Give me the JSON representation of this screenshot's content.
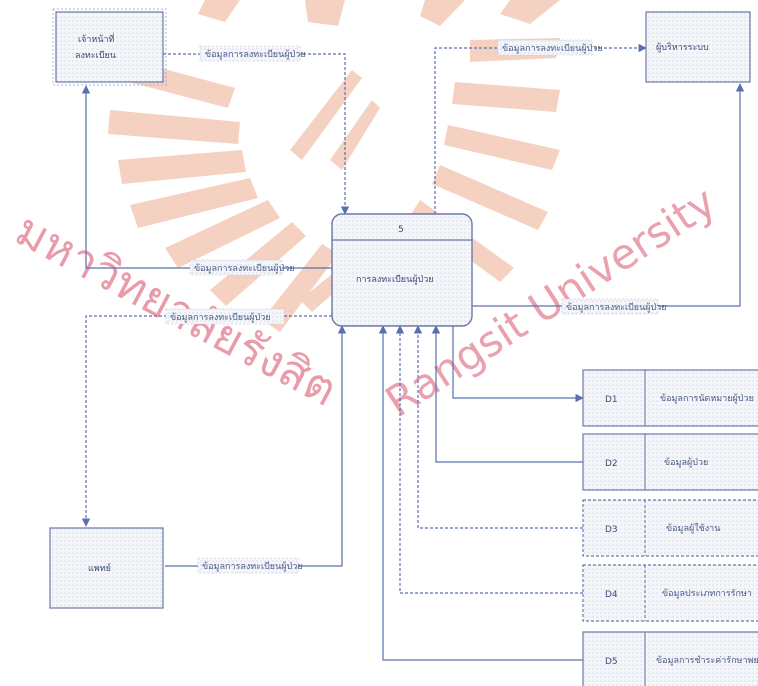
{
  "watermark": {
    "thai_text": "มหาวิทยาลัยรังสิต",
    "latin_text": "Rangsit University",
    "color": "#e58a9a",
    "ray_color": "#f3c9b6"
  },
  "palette": {
    "line": "#5b6fb0",
    "box_stroke": "#6b78a8",
    "box_fill": "#f6f7fb",
    "text": "#4a5a86"
  },
  "entities": {
    "registrar": {
      "line1": "เจ้าหน้าที่",
      "line2": "ลงทะเบียน"
    },
    "executive": {
      "label": "ผู้บริหารระบบ"
    },
    "doctor": {
      "label": "แพทย์"
    }
  },
  "process": {
    "number": "5",
    "name": "การลงทะเบียนผู้ป่วย"
  },
  "flows": {
    "to_registrar": "ข้อมูลการลงทะเบียนผู้ป่วย",
    "to_executive": "ข้อมูลการลงทะเบียนผู้ป่วย",
    "from_registrar": "ข้อมูลการลงทะเบียนผู้ป่วย",
    "to_doctor": "ข้อมูลการลงทะเบียนผู้ป่วย",
    "from_process_right": "ข้อมูลการลงทะเบียนผู้ป่วย",
    "from_doctor": "ข้อมูลการลงทะเบียนผู้ป่วย"
  },
  "datastores": [
    {
      "id": "D1",
      "name": "ข้อมูลการนัดหมายผู้ป่วย"
    },
    {
      "id": "D2",
      "name": "ข้อมูลผู้ป่วย"
    },
    {
      "id": "D3",
      "name": "ข้อมูลผู้ใช้งาน"
    },
    {
      "id": "D4",
      "name": "ข้อมูลประเภทการรักษา"
    },
    {
      "id": "D5",
      "name": "ข้อมูลการชำระค่ารักษาพยาบาล"
    }
  ]
}
